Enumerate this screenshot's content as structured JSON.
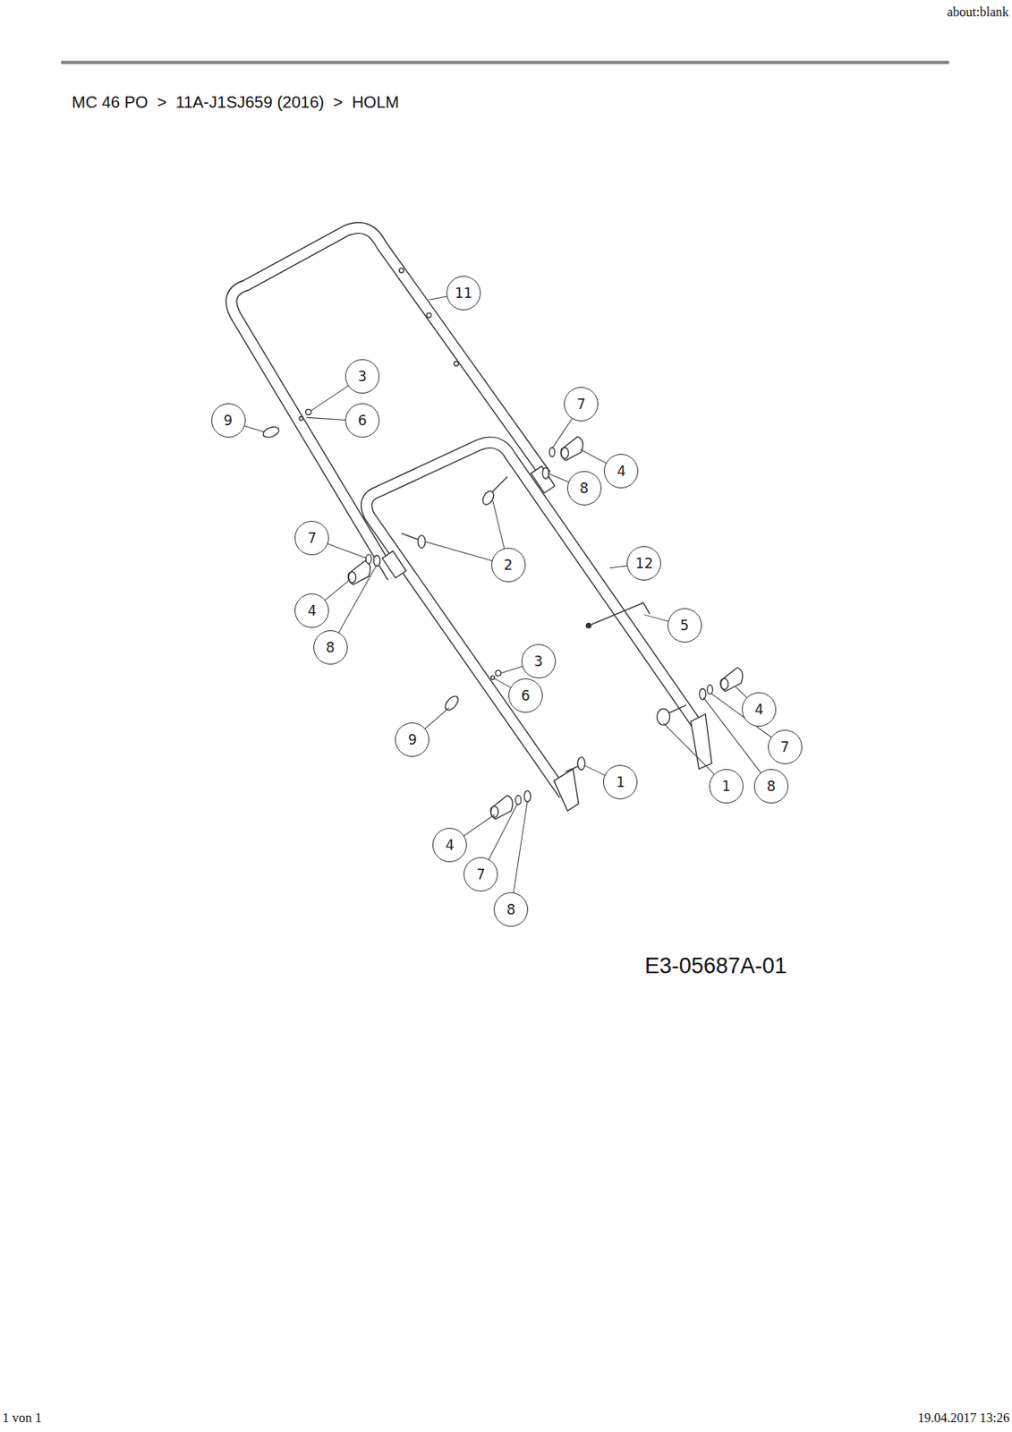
{
  "diagram": {
    "title": "MC 46 PO  >  11A-J1SJ659 (2016)  >  HOLM",
    "labels": [
      "about:blank",
      "11",
      "3",
      "9",
      "6",
      "7",
      "4",
      "8",
      "7",
      "2",
      "12",
      "4",
      "5",
      "8",
      "3",
      "6",
      "4",
      "9",
      "7",
      "1",
      "1",
      "8",
      "4",
      "7",
      "8",
      "E3-05687A-01",
      "1 von 1",
      "19.04.2017 13:26"
    ]
  }
}
